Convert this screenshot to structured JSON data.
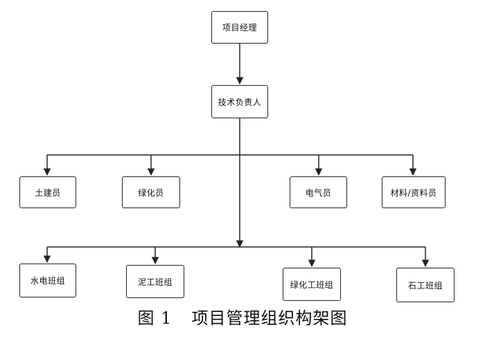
{
  "diagram": {
    "nodes": {
      "pm": "项目经理",
      "tech": "技术负责人",
      "civil": "土建员",
      "green": "绿化员",
      "elec": "电气员",
      "material": "材料/资料员",
      "water_elec_team": "水电班组",
      "mud_team": "泥工班组",
      "green_team": "绿化工班组",
      "stone_team": "石工班组"
    },
    "caption": {
      "figure": "图 1",
      "title": "项目管理组织构架图"
    }
  }
}
